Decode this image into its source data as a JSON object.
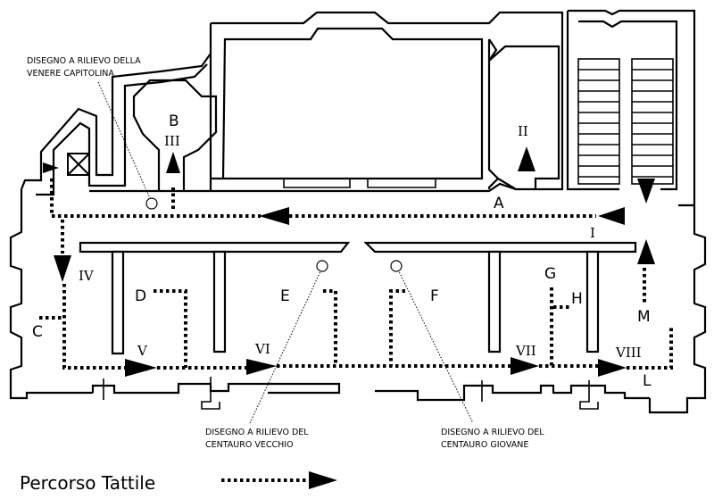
{
  "rooms": {
    "B": "B",
    "A": "A",
    "C": "C",
    "D": "D",
    "E": "E",
    "F": "F",
    "G": "G",
    "H": "H",
    "L": "L",
    "M": "M"
  },
  "stops": {
    "I": "I",
    "II": "II",
    "III": "III",
    "IV": "IV",
    "V": "V",
    "VI": "VI",
    "VII": "VII",
    "VIII": "VIII"
  },
  "notes": {
    "venere_line1": "DISEGNO A RILIEVO DELLA",
    "venere_line2": "VENERE CAPITOLINA",
    "vecchio_line1": "DISEGNO A RILIEVO DEL",
    "vecchio_line2": "CENTAURO VECCHIO",
    "giovane_line1": "DISEGNO A RILIEVO DEL",
    "giovane_line2": "CENTAURO GIOVANE"
  },
  "legend": {
    "label": "Percorso Tattile"
  }
}
